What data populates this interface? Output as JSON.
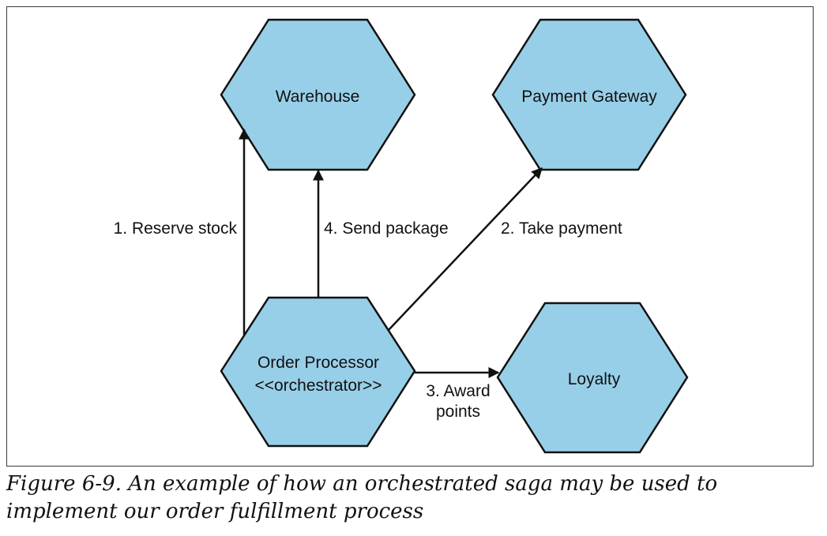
{
  "colors": {
    "node_fill": "#98cfe8",
    "node_stroke": "#111111",
    "edge": "#111111"
  },
  "nodes": {
    "warehouse": "Warehouse",
    "payment_gateway": "Payment Gateway",
    "order_processor": "Order Processor",
    "order_processor_stereotype": "<<orchestrator>>",
    "loyalty": "Loyalty"
  },
  "edges": {
    "reserve_stock": "1. Reserve stock",
    "take_payment": "2. Take payment",
    "award_points_line1": "3. Award",
    "award_points_line2": "points",
    "send_package": "4. Send package"
  },
  "caption": "Figure 6-9. An example of how an orchestrated saga may be used to implement our order fulfillment process"
}
